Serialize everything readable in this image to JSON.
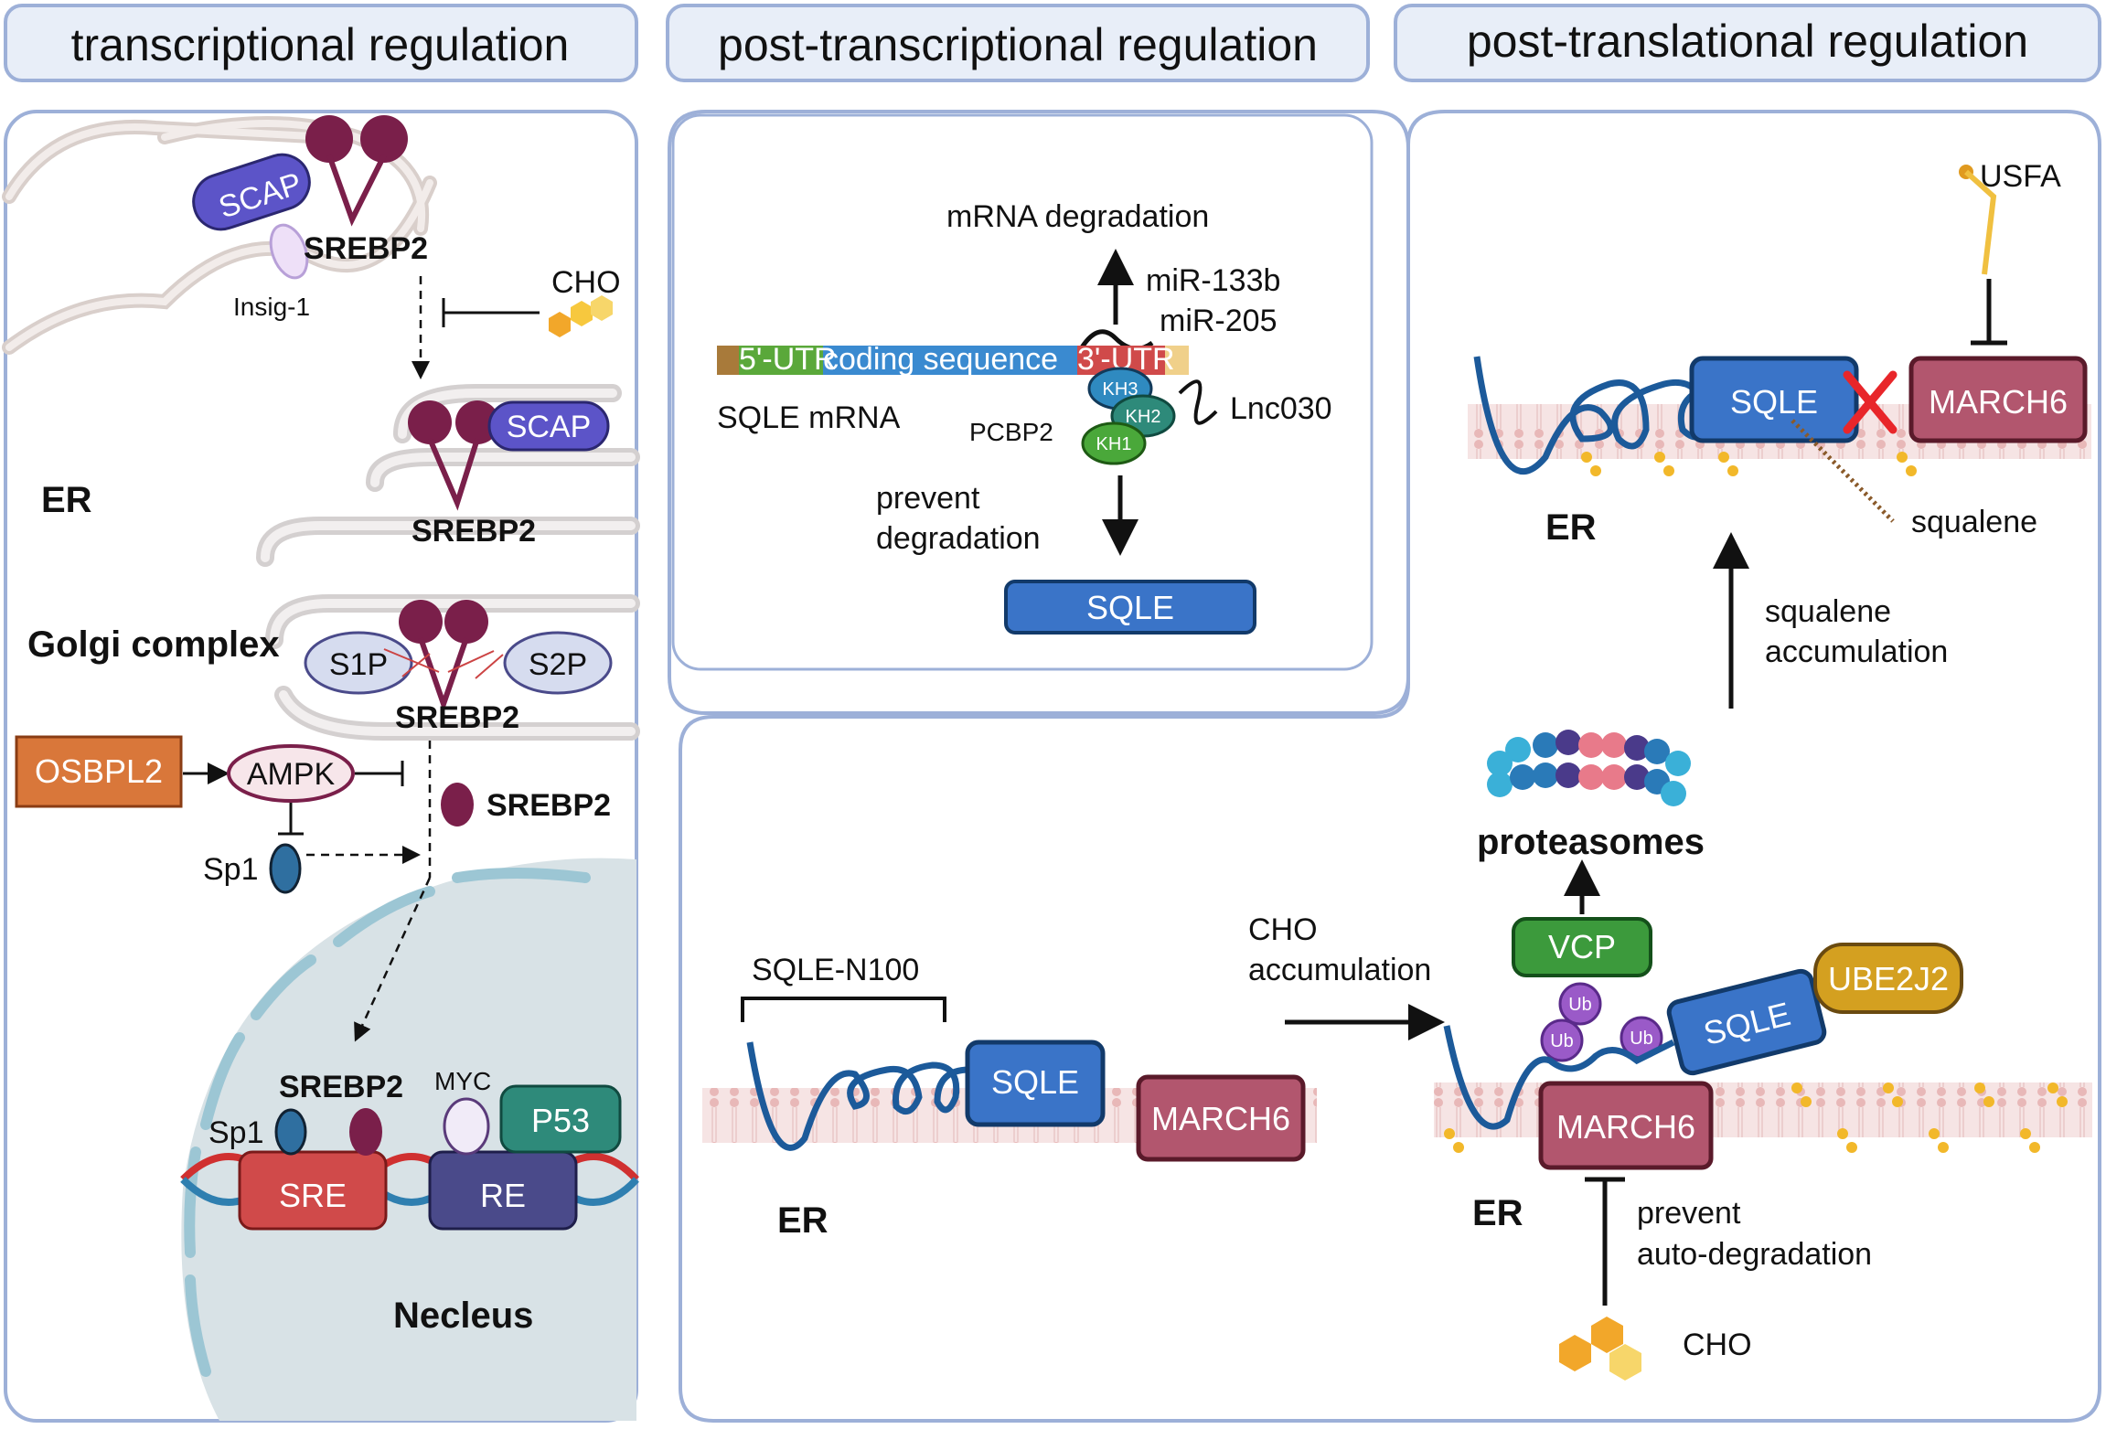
{
  "headers": {
    "transcriptional": "transcriptional regulation",
    "post_transcriptional": "post-transcriptional regulation",
    "post_translational": "post-translational regulation"
  },
  "transcriptional": {
    "scap": "SCAP",
    "srebp2": "SREBP2",
    "insig1": "Insig-1",
    "cho": "CHO",
    "er": "ER",
    "golgi": "Golgi complex",
    "s1p": "S1P",
    "s2p": "S2P",
    "osbpl2": "OSBPL2",
    "ampk": "AMPK",
    "sp1": "Sp1",
    "myc": "MYC",
    "p53": "P53",
    "sre": "SRE",
    "re": "RE",
    "nucleus": "Necleus"
  },
  "post_transcriptional": {
    "mrna_degradation": "mRNA degradation",
    "mir133b": "miR-133b",
    "mir205": "miR-205",
    "utr5": "5'-UTR",
    "coding": "coding sequence",
    "utr3": "3'-UTR",
    "sqle_mrna": "SQLE mRNA",
    "kh1": "KH1",
    "kh2": "KH2",
    "kh3": "KH3",
    "pcbp2": "PCBP2",
    "lnc030": "Lnc030",
    "prevent": "prevent",
    "degradation": "degradation",
    "sqle": "SQLE"
  },
  "post_translational": {
    "usfa": "USFA",
    "sqle": "SQLE",
    "march6": "MARCH6",
    "er": "ER",
    "squalene": "squalene",
    "squalene_acc_1": "squalene",
    "squalene_acc_2": "accumulation",
    "proteasomes": "proteasomes",
    "vcp": "VCP",
    "ube2j2": "UBE2J2",
    "ub": "Ub",
    "cho_acc_1": "CHO",
    "cho_acc_2": "accumulation",
    "sqle_n100": "SQLE-N100",
    "prevent_1": "prevent",
    "prevent_2": "auto-degradation",
    "cho": "CHO"
  },
  "colors": {
    "panel_border": "#9db0d8",
    "header_fill": "#e8eef8",
    "srebp": "#7a1f4a",
    "scap": "#5c54c8",
    "sqle": "#3a74c8",
    "march6": "#b2566e",
    "osbpl2": "#d9773a",
    "vcp": "#3c9a3c",
    "ube2j2": "#d4a020",
    "p53": "#2e8a7a",
    "sre": "#d04a4a",
    "re": "#4a4a8a"
  }
}
